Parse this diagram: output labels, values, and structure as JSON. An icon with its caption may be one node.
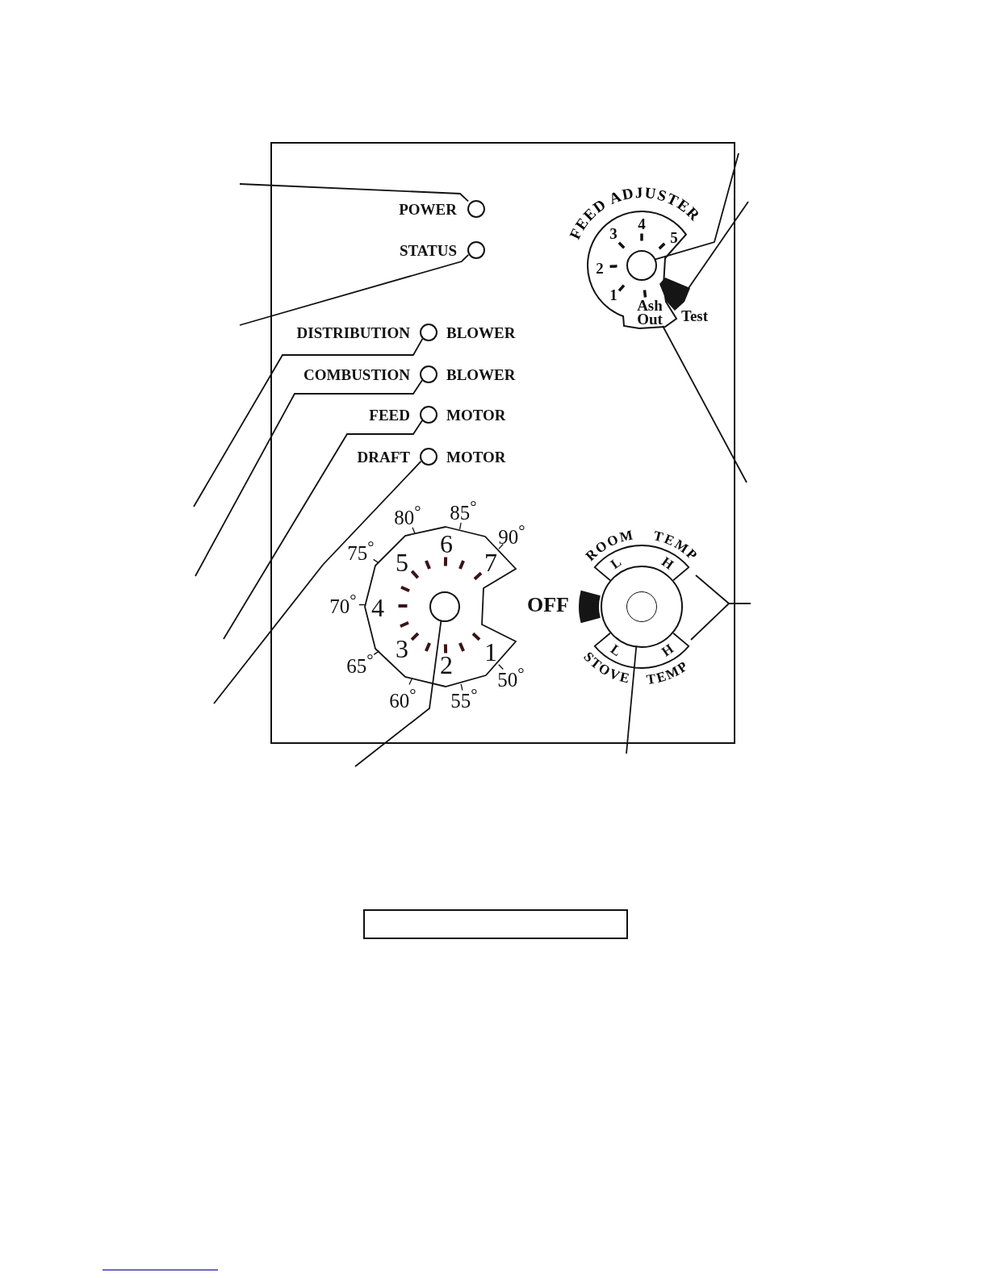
{
  "diagram": {
    "nodes": [
      {
        "text": [],
        "shape": "box"
      },
      {
        "text": [],
        "shape": "circle",
        "beside": [
          "POWER"
        ],
        "in": 0
      },
      {
        "text": [],
        "shape": "circle",
        "beside": [
          "STATUS"
        ],
        "in": 0
      },
      {
        "text": [
          "FEED ADJUSTER"
        ],
        "in": 0
      },
      {
        "text": [],
        "shape": "circle",
        "in": 3
      },
      {
        "text": [],
        "shape": "bar",
        "beside": [
          "Test"
        ],
        "in": 3
      },
      {
        "text": [],
        "shape": "circle",
        "beside": [
          "DISTRIBUTION",
          "BLOWER"
        ],
        "in": 0
      },
      {
        "text": [],
        "shape": "circle",
        "beside": [
          "COMBUSTION",
          "BLOWER"
        ],
        "in": 0
      },
      {
        "text": [],
        "shape": "circle",
        "beside": [
          "FEED",
          "MOTOR"
        ],
        "in": 0
      },
      {
        "text": [],
        "shape": "circle",
        "beside": [
          "DRAFT",
          "MOTOR"
        ],
        "in": 0
      },
      {
        "text": [],
        "shape": "circle",
        "in": 0
      },
      {
        "text": [
          "ROOM TEMP",
          "STOVE TEMP"
        ],
        "in": 0
      },
      {
        "text": [],
        "shape": "circle",
        "in": 11
      },
      {
        "text": [],
        "shape": "box"
      }
    ],
    "edges": [
      {
        "from": null,
        "to": 1,
        "arrow": "none"
      },
      {
        "from": null,
        "to": 2,
        "arrow": "none"
      },
      {
        "from": null,
        "to": 4,
        "arrow": "none"
      },
      {
        "from": null,
        "to": 5,
        "arrow": "none"
      },
      {
        "from": null,
        "to": 3,
        "arrow": "none"
      },
      {
        "from": null,
        "to": 6,
        "arrow": "none"
      },
      {
        "from": null,
        "to": 7,
        "arrow": "none"
      },
      {
        "from": null,
        "to": 8,
        "arrow": "none"
      },
      {
        "from": null,
        "to": 9,
        "arrow": "none"
      },
      {
        "from": null,
        "to": 10,
        "arrow": "none"
      },
      {
        "from": null,
        "to": 12,
        "arrow": "none"
      },
      {
        "from": null,
        "to": 11,
        "arrow": "none"
      },
      {
        "from": null,
        "to": 11,
        "arrow": "none"
      }
    ],
    "labels": [
      "4",
      "3",
      "5",
      "2",
      "1",
      "Ash Out",
      "80$^{°}$",
      "85$^{°}$",
      "90$^{°}$",
      "75$^{°}$",
      "70$^{°}$",
      "65$^{°}$",
      "60$^{°}$",
      "55$^{°}$",
      "50$^{°}$",
      "1",
      "2",
      "3",
      "4",
      "5",
      "6",
      "7",
      "OFF",
      "L",
      "H",
      "L",
      "H"
    ]
  }
}
